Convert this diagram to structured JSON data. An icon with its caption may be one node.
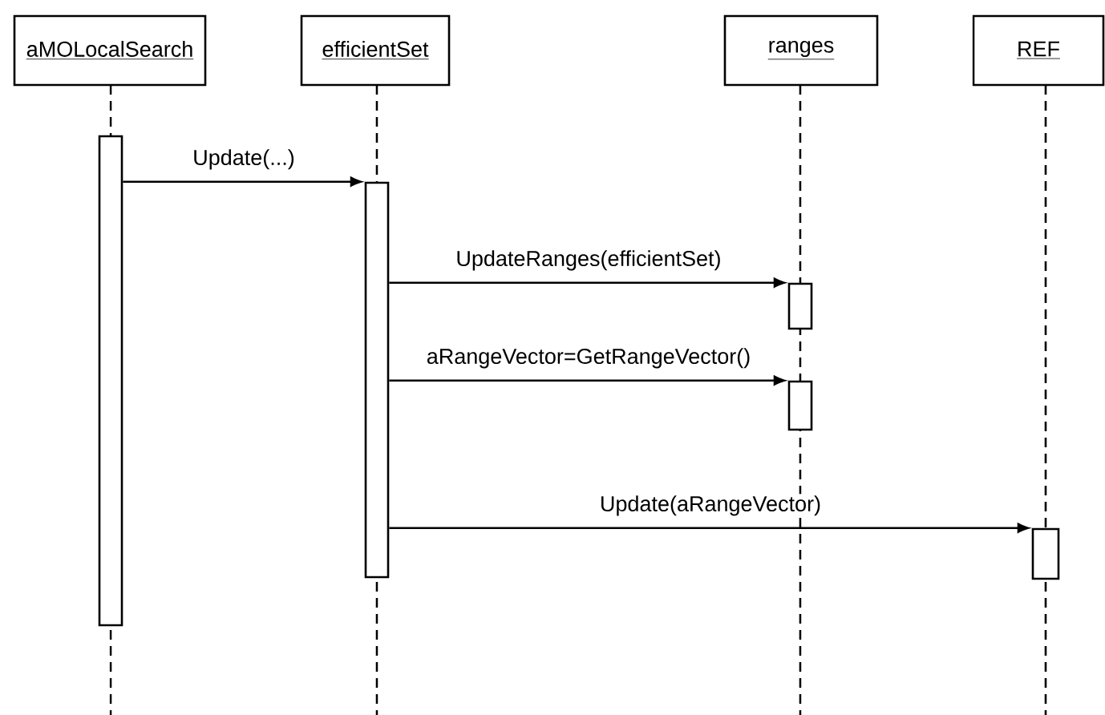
{
  "diagram": {
    "nodes": [
      {
        "text": [
          "aMOLocalSearch"
        ]
      },
      {
        "text": [
          "efficientSet"
        ]
      },
      {
        "text": [
          "ranges"
        ]
      },
      {
        "text": [
          "REF"
        ]
      },
      {
        "text": [],
        "shape": "bar"
      },
      {
        "text": [],
        "shape": "bar"
      },
      {
        "text": [],
        "shape": "bar"
      },
      {
        "text": [],
        "shape": "bar"
      },
      {
        "text": [],
        "shape": "bar"
      }
    ],
    "edges": [
      {
        "from": 4,
        "to": 5,
        "arrow": "to",
        "label": "Update(...)"
      },
      {
        "from": 5,
        "to": 6,
        "arrow": "to",
        "label": "UpdateRanges(efficientSet)"
      },
      {
        "from": 5,
        "to": 7,
        "arrow": "to",
        "label": "aRangeVector=GetRangeVector()"
      },
      {
        "from": 5,
        "to": 8,
        "arrow": "to",
        "label": "Update(aRangeVector)"
      }
    ]
  }
}
